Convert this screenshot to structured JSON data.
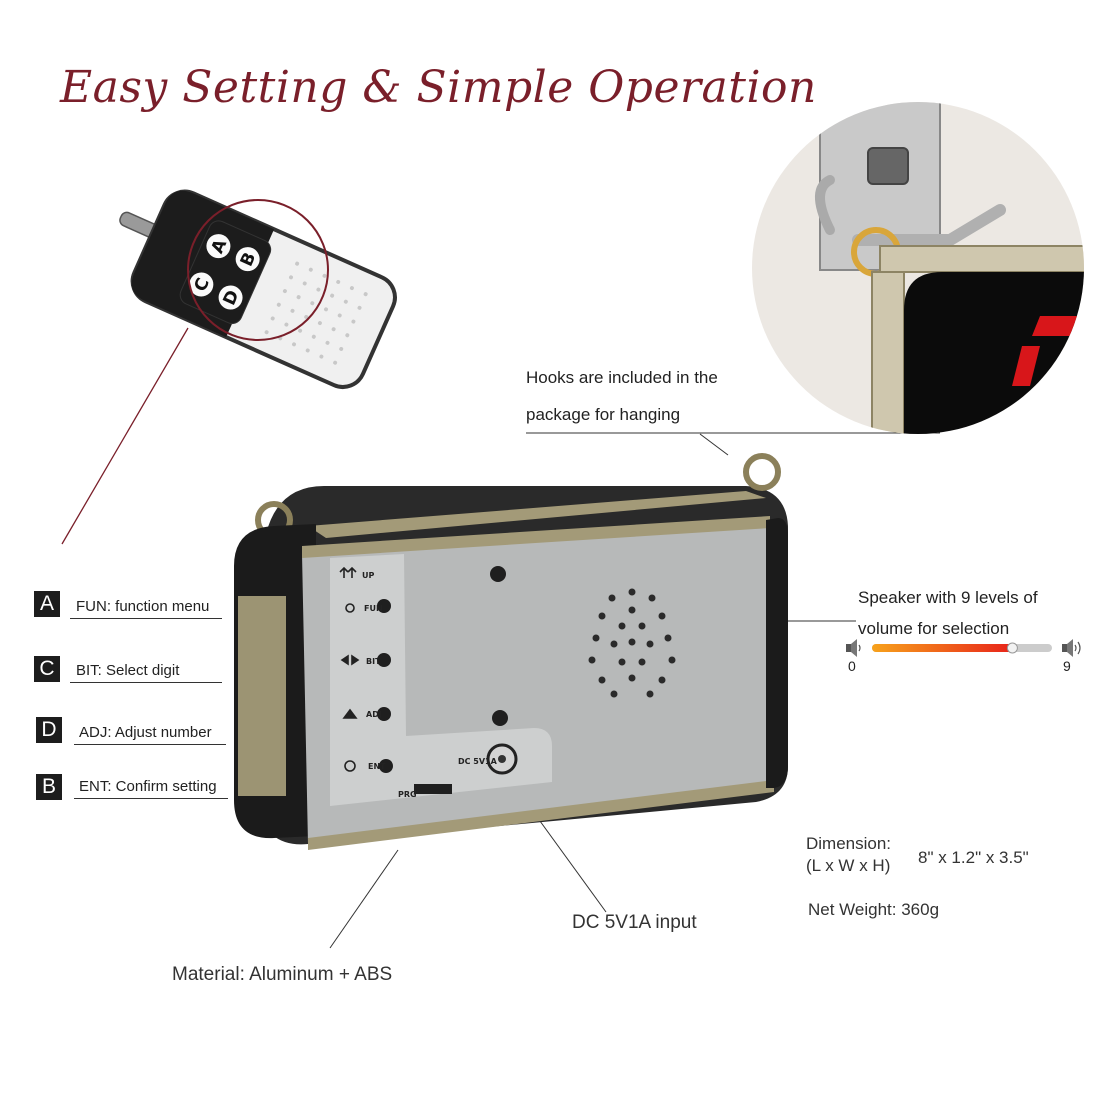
{
  "title": "Easy Setting & Simple Operation",
  "remote": {
    "keys": [
      "A",
      "B",
      "C",
      "D"
    ]
  },
  "hooks_caption": {
    "line1": "Hooks are included in the",
    "line2": "package for hanging"
  },
  "button_legend": [
    {
      "key": "A",
      "label": "FUN: function menu"
    },
    {
      "key": "C",
      "label": "BIT: Select digit"
    },
    {
      "key": "D",
      "label": "ADJ: Adjust number"
    },
    {
      "key": "B",
      "label": "ENT: Confirm setting"
    }
  ],
  "device_panel": {
    "up": "UP",
    "fun": "FUN",
    "bit": "BIT",
    "adj": "ADJ",
    "ent": "ENT",
    "dc": "DC 5V1A",
    "prg": "PRG"
  },
  "speaker": {
    "line1": "Speaker with 9 levels of",
    "line2": "volume for selection",
    "min": "0",
    "max": "9",
    "level_fraction": 0.78,
    "colors": {
      "low": "#f7a21b",
      "high": "#e8241a",
      "track": "#cccccc"
    }
  },
  "dc_input": "DC 5V1A input",
  "material": "Material: Aluminum + ABS",
  "specs": {
    "dimension_label": "Dimension:",
    "dimension_sub": "(L x W x H)",
    "dimension_value": "8\" x 1.2\" x 3.5\"",
    "weight": "Net Weight: 360g"
  },
  "colors": {
    "title": "#7a1f2a",
    "frame": "#a39a78",
    "panel": "#b7b9b9",
    "bumper": "#1b1b1b"
  }
}
